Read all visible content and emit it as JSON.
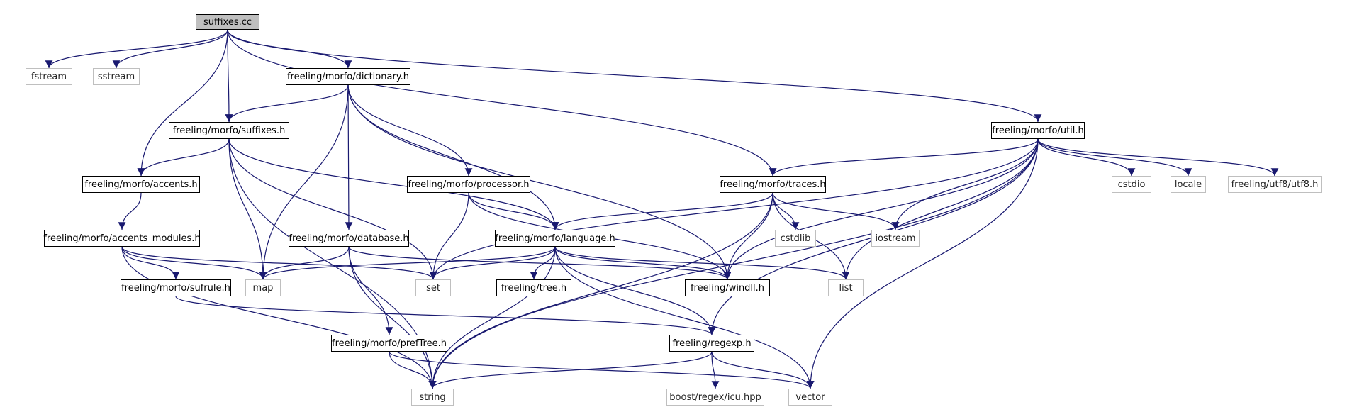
{
  "colors": {
    "edge": "#191970",
    "root_fill": "#bfbfbf",
    "system_border": "#bfbfbf",
    "project_border": "#000000"
  },
  "nodes": [
    {
      "id": "suffixes_cc",
      "label": "suffixes.cc",
      "kind": "root"
    },
    {
      "id": "fstream",
      "label": "fstream",
      "kind": "system"
    },
    {
      "id": "sstream",
      "label": "sstream",
      "kind": "system"
    },
    {
      "id": "dictionary",
      "label": "freeling/morfo/dictionary.h",
      "kind": "project"
    },
    {
      "id": "util",
      "label": "freeling/morfo/util.h",
      "kind": "project"
    },
    {
      "id": "suffixes_h",
      "label": "freeling/morfo/suffixes.h",
      "kind": "project"
    },
    {
      "id": "accents",
      "label": "freeling/morfo/accents.h",
      "kind": "project"
    },
    {
      "id": "processor",
      "label": "freeling/morfo/processor.h",
      "kind": "project"
    },
    {
      "id": "traces",
      "label": "freeling/morfo/traces.h",
      "kind": "project"
    },
    {
      "id": "cstdio",
      "label": "cstdio",
      "kind": "system"
    },
    {
      "id": "locale",
      "label": "locale",
      "kind": "system"
    },
    {
      "id": "utf8",
      "label": "freeling/utf8/utf8.h",
      "kind": "system"
    },
    {
      "id": "accents_mod",
      "label": "freeling/morfo/accents_modules.h",
      "kind": "project"
    },
    {
      "id": "database",
      "label": "freeling/morfo/database.h",
      "kind": "project"
    },
    {
      "id": "language",
      "label": "freeling/morfo/language.h",
      "kind": "project"
    },
    {
      "id": "cstdlib",
      "label": "cstdlib",
      "kind": "system"
    },
    {
      "id": "iostream",
      "label": "iostream",
      "kind": "system"
    },
    {
      "id": "sufrule",
      "label": "freeling/morfo/sufrule.h",
      "kind": "project"
    },
    {
      "id": "map",
      "label": "map",
      "kind": "system"
    },
    {
      "id": "set",
      "label": "set",
      "kind": "system"
    },
    {
      "id": "tree",
      "label": "freeling/tree.h",
      "kind": "project"
    },
    {
      "id": "windll",
      "label": "freeling/windll.h",
      "kind": "project"
    },
    {
      "id": "list",
      "label": "list",
      "kind": "system"
    },
    {
      "id": "preftree",
      "label": "freeling/morfo/prefTree.h",
      "kind": "project"
    },
    {
      "id": "regexp",
      "label": "freeling/regexp.h",
      "kind": "project"
    },
    {
      "id": "string",
      "label": "string",
      "kind": "system"
    },
    {
      "id": "boost_icu",
      "label": "boost/regex/icu.hpp",
      "kind": "system"
    },
    {
      "id": "vector",
      "label": "vector",
      "kind": "system"
    }
  ],
  "edges": [
    [
      "suffixes_cc",
      "fstream"
    ],
    [
      "suffixes_cc",
      "sstream"
    ],
    [
      "suffixes_cc",
      "dictionary"
    ],
    [
      "suffixes_cc",
      "suffixes_h"
    ],
    [
      "suffixes_cc",
      "accents"
    ],
    [
      "suffixes_cc",
      "traces"
    ],
    [
      "suffixes_cc",
      "util"
    ],
    [
      "dictionary",
      "suffixes_h"
    ],
    [
      "dictionary",
      "map"
    ],
    [
      "dictionary",
      "database"
    ],
    [
      "dictionary",
      "processor"
    ],
    [
      "dictionary",
      "language"
    ],
    [
      "dictionary",
      "windll"
    ],
    [
      "suffixes_h",
      "accents"
    ],
    [
      "suffixes_h",
      "map"
    ],
    [
      "suffixes_h",
      "set"
    ],
    [
      "suffixes_h",
      "language"
    ],
    [
      "suffixes_h",
      "string"
    ],
    [
      "accents",
      "accents_mod"
    ],
    [
      "accents_mod",
      "sufrule"
    ],
    [
      "accents_mod",
      "map"
    ],
    [
      "accents_mod",
      "set"
    ],
    [
      "accents_mod",
      "string"
    ],
    [
      "sufrule",
      "regexp"
    ],
    [
      "database",
      "map"
    ],
    [
      "database",
      "string"
    ],
    [
      "database",
      "preftree"
    ],
    [
      "database",
      "windll"
    ],
    [
      "preftree",
      "string"
    ],
    [
      "preftree",
      "vector"
    ],
    [
      "processor",
      "language"
    ],
    [
      "processor",
      "set"
    ],
    [
      "processor",
      "windll"
    ],
    [
      "language",
      "map"
    ],
    [
      "language",
      "set"
    ],
    [
      "language",
      "tree"
    ],
    [
      "language",
      "windll"
    ],
    [
      "language",
      "list"
    ],
    [
      "language",
      "regexp"
    ],
    [
      "language",
      "string"
    ],
    [
      "language",
      "vector"
    ],
    [
      "regexp",
      "string"
    ],
    [
      "regexp",
      "boost_icu"
    ],
    [
      "regexp",
      "vector"
    ],
    [
      "traces",
      "language"
    ],
    [
      "traces",
      "cstdlib"
    ],
    [
      "traces",
      "iostream"
    ],
    [
      "traces",
      "list"
    ],
    [
      "traces",
      "windll"
    ],
    [
      "traces",
      "string"
    ],
    [
      "util",
      "traces"
    ],
    [
      "util",
      "iostream"
    ],
    [
      "util",
      "cstdio"
    ],
    [
      "util",
      "locale"
    ],
    [
      "util",
      "utf8"
    ],
    [
      "util",
      "set"
    ],
    [
      "util",
      "windll"
    ],
    [
      "util",
      "list"
    ],
    [
      "util",
      "regexp"
    ],
    [
      "util",
      "string"
    ],
    [
      "util",
      "vector"
    ]
  ]
}
